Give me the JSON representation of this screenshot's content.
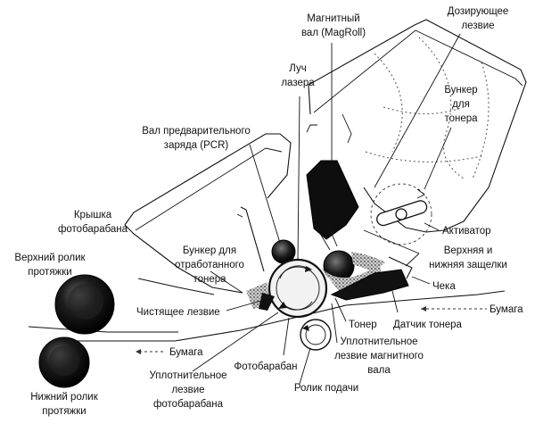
{
  "labels": {
    "magnetic_roller": [
      "Магнитный",
      "вал (MagRoll)"
    ],
    "doctor_blade": [
      "Дозирующее",
      "лезвие"
    ],
    "laser_beam": [
      "Луч",
      "лазера"
    ],
    "toner_hopper": [
      "Бункер",
      "для",
      "тонера"
    ],
    "pcr": [
      "Вал предварительного",
      "заряда (PCR)"
    ],
    "drum_cover": [
      "Крышка",
      "фотобарабана"
    ],
    "activator": "Активатор",
    "waste_hopper": [
      "Бункер для",
      "отработанного",
      "тонера"
    ],
    "latches": [
      "Верхняя и",
      "нижняя защелки"
    ],
    "upper_roller": [
      "Верхний ролик",
      "протяжки"
    ],
    "pin": "Чека",
    "paper_right": "Бумага",
    "wiper_blade": "Чистящее лезвие",
    "toner": "Тонер",
    "toner_sensor": "Датчик тонера",
    "paper_left": "Бумага",
    "mag_seal_blade": [
      "Уплотнительное",
      "лезвие магнитного",
      "вала"
    ],
    "drum": "Фотобарабан",
    "drum_seal_blade": [
      "Уплотнительное",
      "лезвие",
      "фотобарабана"
    ],
    "feed_roller": "Ролик подачи",
    "lower_roller": [
      "Нижний ролик",
      "протяжки"
    ]
  }
}
